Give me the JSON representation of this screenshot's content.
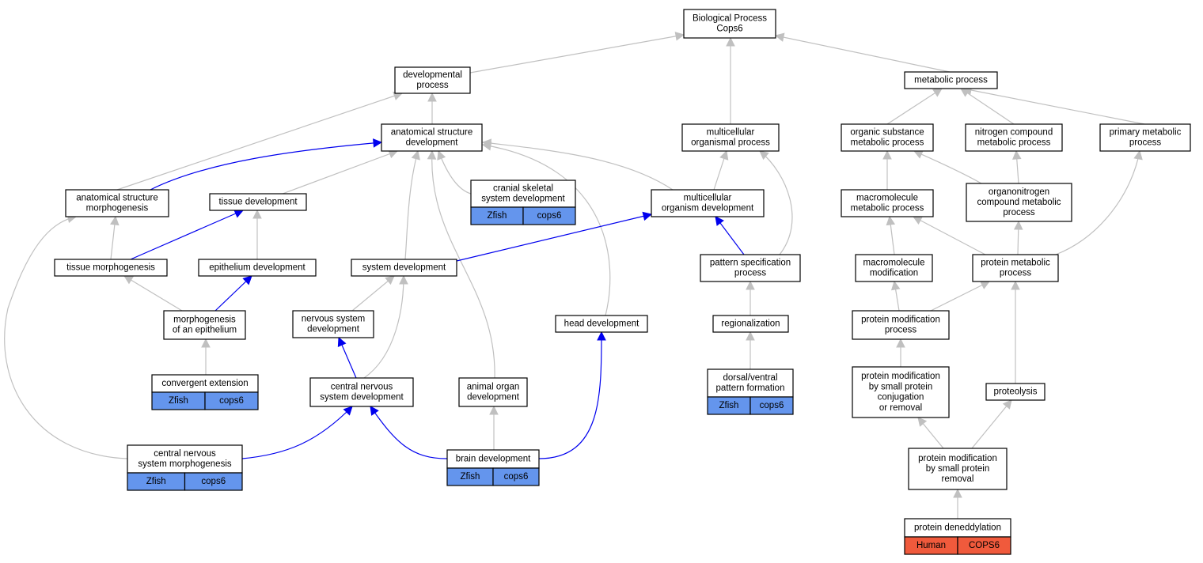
{
  "diagram": {
    "colors": {
      "gray_edge": "#c0c0c0",
      "blue_edge": "#0000ee",
      "zfish_cell": "#6495ed",
      "human_cell": "#f05a3c"
    },
    "nodes": [
      {
        "id": "bp",
        "lines": [
          "Biological Process",
          "Cops6"
        ]
      },
      {
        "id": "dev",
        "lines": [
          "developmental",
          "process"
        ]
      },
      {
        "id": "met",
        "lines": [
          "metabolic process"
        ]
      },
      {
        "id": "asd",
        "lines": [
          "anatomical structure",
          "development"
        ]
      },
      {
        "id": "mop",
        "lines": [
          "multicellular",
          "organismal process"
        ]
      },
      {
        "id": "osmp",
        "lines": [
          "organic substance",
          "metabolic process"
        ]
      },
      {
        "id": "ncmp",
        "lines": [
          "nitrogen compound",
          "metabolic process"
        ]
      },
      {
        "id": "pmp",
        "lines": [
          "primary metabolic",
          "process"
        ]
      },
      {
        "id": "asm",
        "lines": [
          "anatomical structure",
          "morphogenesis"
        ]
      },
      {
        "id": "td",
        "lines": [
          "tissue development"
        ]
      },
      {
        "id": "cssd",
        "lines": [
          "cranial skeletal",
          "system development"
        ],
        "cells": [
          {
            "text": "Zfish",
            "kind": "zfish"
          },
          {
            "text": "cops6",
            "kind": "zfish"
          }
        ]
      },
      {
        "id": "mod",
        "lines": [
          "multicellular",
          "organism development"
        ]
      },
      {
        "id": "mmp",
        "lines": [
          "macromolecule",
          "metabolic process"
        ]
      },
      {
        "id": "ocmp",
        "lines": [
          "organonitrogen",
          "compound metabolic",
          "process"
        ]
      },
      {
        "id": "tm",
        "lines": [
          "tissue morphogenesis"
        ]
      },
      {
        "id": "ed",
        "lines": [
          "epithelium development"
        ]
      },
      {
        "id": "sd",
        "lines": [
          "system development"
        ]
      },
      {
        "id": "psp",
        "lines": [
          "pattern specification",
          "process"
        ]
      },
      {
        "id": "mm",
        "lines": [
          "macromolecule",
          "modification"
        ]
      },
      {
        "id": "prmp",
        "lines": [
          "protein metabolic",
          "process"
        ]
      },
      {
        "id": "moe",
        "lines": [
          "morphogenesis",
          "of an epithelium"
        ]
      },
      {
        "id": "nsd",
        "lines": [
          "nervous system",
          "development"
        ]
      },
      {
        "id": "hd",
        "lines": [
          "head development"
        ]
      },
      {
        "id": "reg",
        "lines": [
          "regionalization"
        ]
      },
      {
        "id": "pmodp",
        "lines": [
          "protein modification",
          "process"
        ]
      },
      {
        "id": "ce",
        "lines": [
          "convergent extension"
        ],
        "cells": [
          {
            "text": "Zfish",
            "kind": "zfish"
          },
          {
            "text": "cops6",
            "kind": "zfish"
          }
        ]
      },
      {
        "id": "cnsd",
        "lines": [
          "central nervous",
          "system development"
        ]
      },
      {
        "id": "aod",
        "lines": [
          "animal organ",
          "development"
        ]
      },
      {
        "id": "dvpf",
        "lines": [
          "dorsal/ventral",
          "pattern formation"
        ],
        "cells": [
          {
            "text": "Zfish",
            "kind": "zfish"
          },
          {
            "text": "cops6",
            "kind": "zfish"
          }
        ]
      },
      {
        "id": "pmsp",
        "lines": [
          "protein modification",
          "by small protein",
          "conjugation",
          "or removal"
        ]
      },
      {
        "id": "prot",
        "lines": [
          "proteolysis"
        ]
      },
      {
        "id": "cnsm",
        "lines": [
          "central nervous",
          "system morphogenesis"
        ],
        "cells": [
          {
            "text": "Zfish",
            "kind": "zfish"
          },
          {
            "text": "cops6",
            "kind": "zfish"
          }
        ]
      },
      {
        "id": "bd",
        "lines": [
          "brain development"
        ],
        "cells": [
          {
            "text": "Zfish",
            "kind": "zfish"
          },
          {
            "text": "cops6",
            "kind": "zfish"
          }
        ]
      },
      {
        "id": "pmspr",
        "lines": [
          "protein modification",
          "by small protein",
          "removal"
        ]
      },
      {
        "id": "pdn",
        "lines": [
          "protein deneddylation"
        ],
        "cells": [
          {
            "text": "Human",
            "kind": "human"
          },
          {
            "text": "COPS6",
            "kind": "human"
          }
        ]
      }
    ],
    "edges": [
      {
        "from": "dev",
        "to": "bp",
        "color": "gray"
      },
      {
        "from": "mop",
        "to": "bp",
        "color": "gray"
      },
      {
        "from": "met",
        "to": "bp",
        "color": "gray"
      },
      {
        "from": "asd",
        "to": "dev",
        "color": "gray"
      },
      {
        "from": "asm",
        "to": "dev",
        "color": "gray"
      },
      {
        "from": "osmp",
        "to": "met",
        "color": "gray"
      },
      {
        "from": "ncmp",
        "to": "met",
        "color": "gray"
      },
      {
        "from": "pmp",
        "to": "met",
        "color": "gray"
      },
      {
        "from": "asm",
        "to": "asd",
        "color": "blue"
      },
      {
        "from": "td",
        "to": "asd",
        "color": "gray"
      },
      {
        "from": "sd",
        "to": "asd",
        "color": "gray"
      },
      {
        "from": "aod",
        "to": "asd",
        "color": "gray"
      },
      {
        "from": "cssd",
        "to": "asd",
        "color": "gray"
      },
      {
        "from": "hd",
        "to": "asd",
        "color": "gray"
      },
      {
        "from": "mod",
        "to": "asd",
        "color": "gray"
      },
      {
        "from": "mod",
        "to": "mop",
        "color": "gray"
      },
      {
        "from": "psp",
        "to": "mop",
        "color": "gray"
      },
      {
        "from": "sd",
        "to": "mod",
        "color": "blue"
      },
      {
        "from": "psp",
        "to": "mod",
        "color": "blue"
      },
      {
        "from": "mmp",
        "to": "osmp",
        "color": "gray"
      },
      {
        "from": "ocmp",
        "to": "osmp",
        "color": "gray"
      },
      {
        "from": "ocmp",
        "to": "ncmp",
        "color": "gray"
      },
      {
        "from": "prmp",
        "to": "pmp",
        "color": "gray"
      },
      {
        "from": "mm",
        "to": "mmp",
        "color": "gray"
      },
      {
        "from": "prmp",
        "to": "mmp",
        "color": "gray"
      },
      {
        "from": "prmp",
        "to": "ocmp",
        "color": "gray"
      },
      {
        "from": "tm",
        "to": "asm",
        "color": "gray"
      },
      {
        "from": "cnsm",
        "to": "asm",
        "color": "gray"
      },
      {
        "from": "tm",
        "to": "td",
        "color": "blue"
      },
      {
        "from": "ed",
        "to": "td",
        "color": "gray"
      },
      {
        "from": "moe",
        "to": "tm",
        "color": "gray"
      },
      {
        "from": "moe",
        "to": "ed",
        "color": "blue"
      },
      {
        "from": "ce",
        "to": "moe",
        "color": "gray"
      },
      {
        "from": "nsd",
        "to": "sd",
        "color": "gray"
      },
      {
        "from": "cnsd",
        "to": "sd",
        "color": "gray"
      },
      {
        "from": "cnsd",
        "to": "nsd",
        "color": "blue"
      },
      {
        "from": "cnsm",
        "to": "cnsd",
        "color": "blue"
      },
      {
        "from": "bd",
        "to": "cnsd",
        "color": "blue"
      },
      {
        "from": "bd",
        "to": "aod",
        "color": "gray"
      },
      {
        "from": "bd",
        "to": "hd",
        "color": "blue"
      },
      {
        "from": "reg",
        "to": "psp",
        "color": "gray"
      },
      {
        "from": "dvpf",
        "to": "reg",
        "color": "gray"
      },
      {
        "from": "pmodp",
        "to": "mm",
        "color": "gray"
      },
      {
        "from": "pmodp",
        "to": "prmp",
        "color": "gray"
      },
      {
        "from": "prot",
        "to": "prmp",
        "color": "gray"
      },
      {
        "from": "pmsp",
        "to": "pmodp",
        "color": "gray"
      },
      {
        "from": "pmspr",
        "to": "pmsp",
        "color": "gray"
      },
      {
        "from": "pmspr",
        "to": "prot",
        "color": "gray"
      },
      {
        "from": "pdn",
        "to": "pmspr",
        "color": "gray"
      }
    ]
  }
}
